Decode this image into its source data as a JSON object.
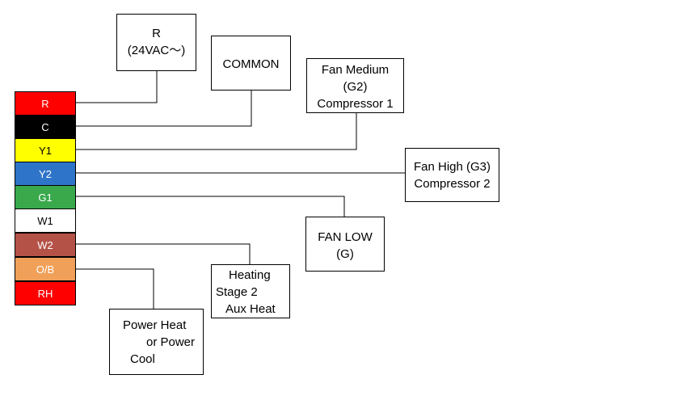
{
  "terminals": [
    {
      "label": "R",
      "color": "#ff0000",
      "text_color": "#ffffff"
    },
    {
      "label": "C",
      "color": "#000000",
      "text_color": "#ffffff"
    },
    {
      "label": "Y1",
      "color": "#ffff00",
      "text_color": "#000000"
    },
    {
      "label": "Y2",
      "color": "#2e74c8",
      "text_color": "#ffffff"
    },
    {
      "label": "G1",
      "color": "#39a94c",
      "text_color": "#ffffff"
    },
    {
      "label": "W1",
      "color": "#ffffff",
      "text_color": "#000000"
    },
    {
      "label": "W2",
      "color": "#b55247",
      "text_color": "#ffffff"
    },
    {
      "label": "O/B",
      "color": "#f0a058",
      "text_color": "#ffffff"
    },
    {
      "label": "RH",
      "color": "#ff0000",
      "text_color": "#ffffff"
    }
  ],
  "functions": {
    "r": {
      "line1": "R",
      "line2": "(24VAC～)"
    },
    "common": {
      "line1": "COMMON"
    },
    "fan_med": {
      "line1": "Fan Medium",
      "line2": "(G2)",
      "line3": "Compressor 1"
    },
    "fan_high": {
      "line1": "Fan High (G3)",
      "line2": "Compressor 2"
    },
    "fan_low": {
      "line1": "FAN LOW",
      "line2": "(G)"
    },
    "heating": {
      "line1": "Heating",
      "line2": "Stage 2",
      "line3": "Aux Heat"
    },
    "power": {
      "line1": "Power Heat",
      "line2": "or Power",
      "line3": "Cool"
    }
  }
}
